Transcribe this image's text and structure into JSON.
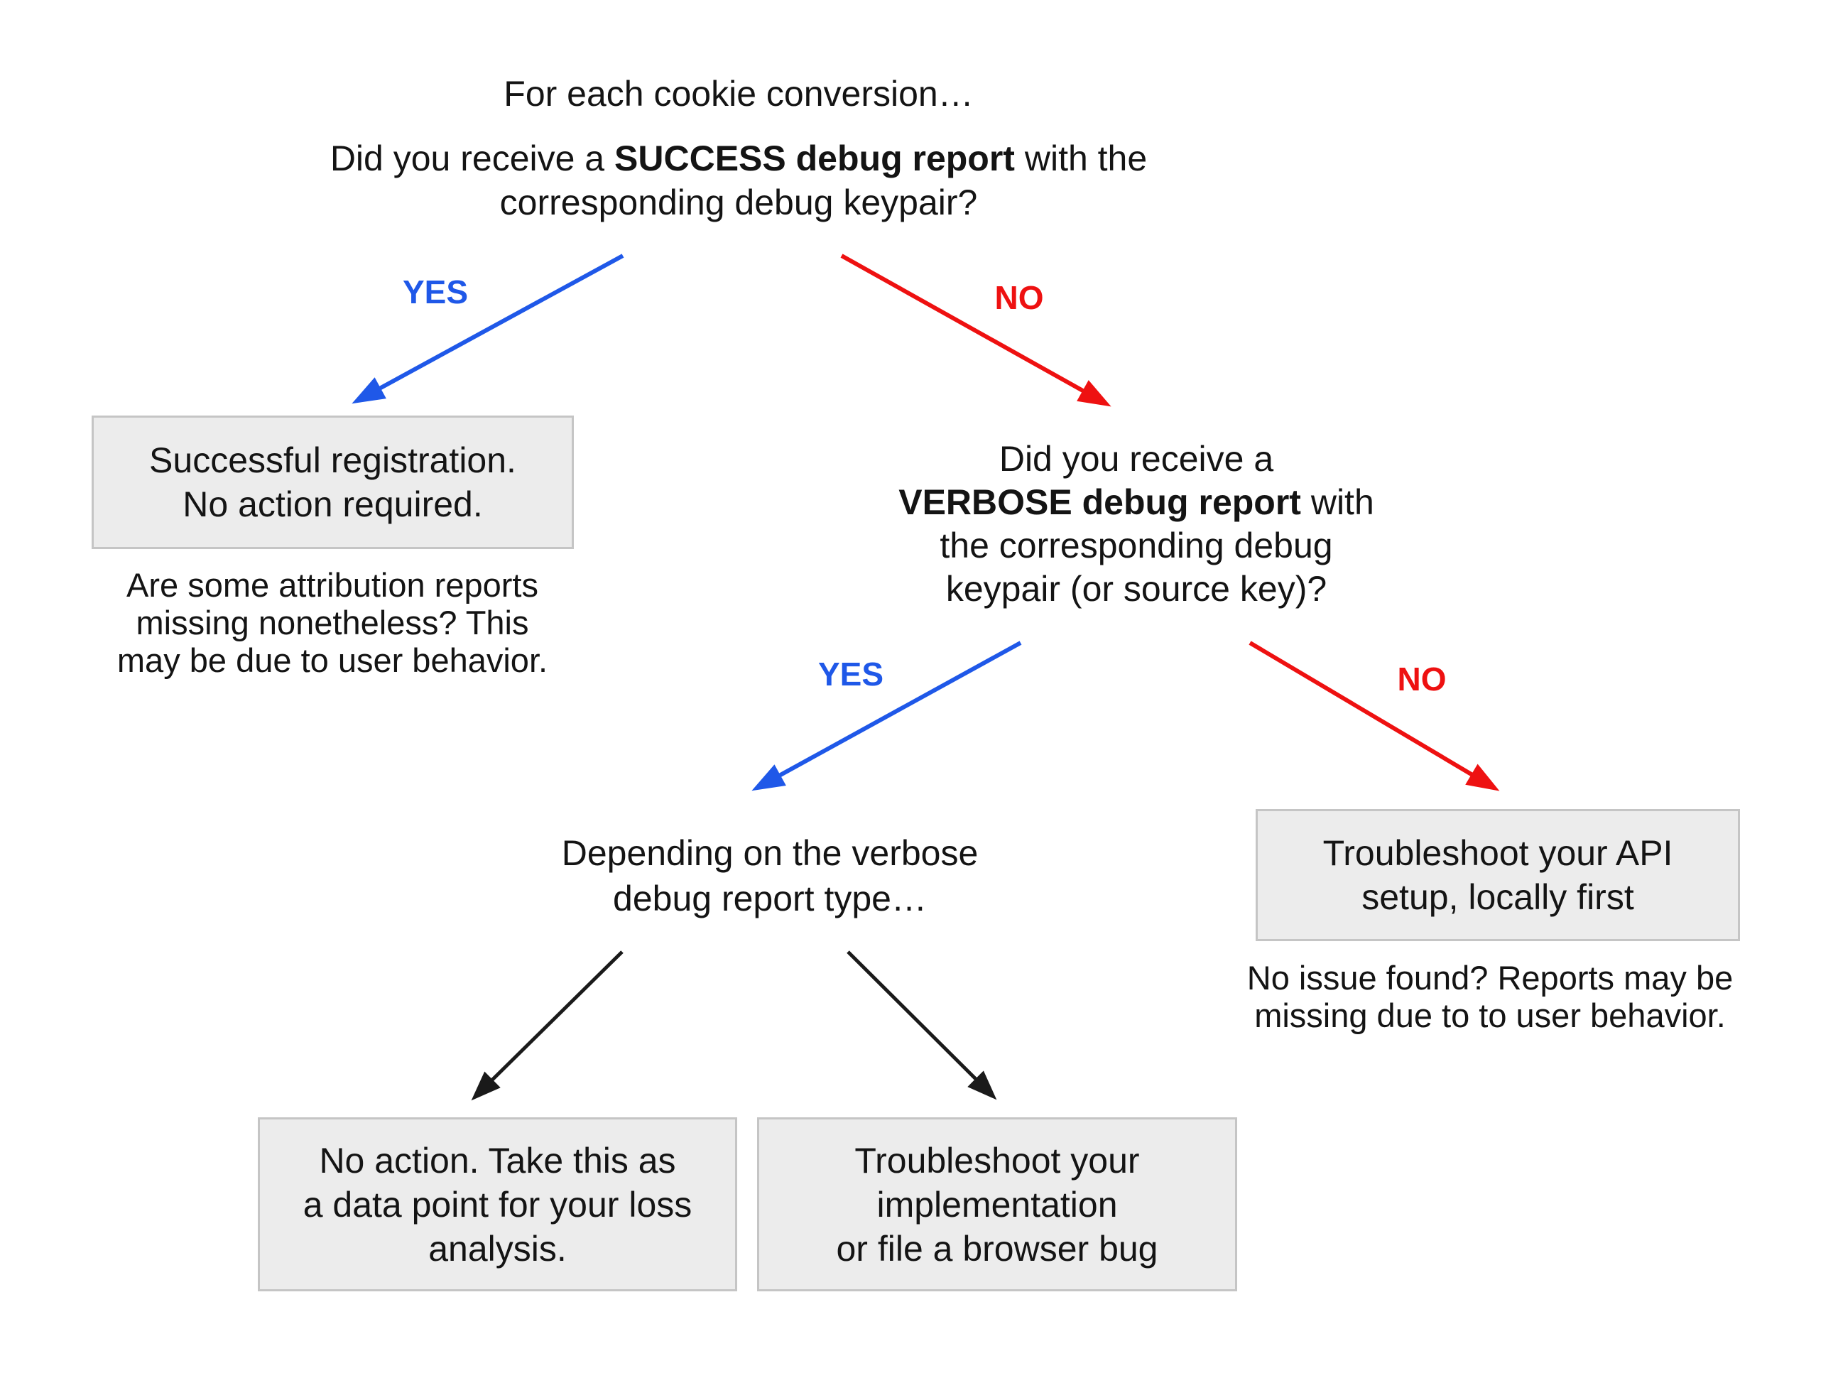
{
  "colors": {
    "yes_blue": "#1f58e8",
    "no_red": "#ee1111",
    "box_fill": "#ececec",
    "box_border": "#c5c5c5",
    "text": "#141414"
  },
  "labels": {
    "yes": "YES",
    "no": "NO"
  },
  "root_question": {
    "intro": "For each cookie conversion…",
    "line1_pre": "Did you receive a ",
    "line1_bold": "SUCCESS debug report",
    "line1_post": " with the",
    "line2": "corresponding debug keypair?"
  },
  "success_branch": {
    "box_lines": [
      "Successful registration.",
      "No action required."
    ],
    "caption_lines": [
      "Are some attribution reports",
      "missing nonetheless? This",
      "may be due to user behavior."
    ]
  },
  "verbose_question": {
    "line1": "Did you receive a",
    "line2_bold": "VERBOSE debug report",
    "line2_post": " with",
    "line3": "the corresponding debug",
    "line4": "keypair (or source key)?"
  },
  "depending": {
    "line1": "Depending on the verbose",
    "line2": "debug report type…"
  },
  "api_branch": {
    "box_lines": [
      "Troubleshoot your API",
      "setup, locally first"
    ],
    "caption_lines": [
      "No issue found? Reports may be",
      "missing due to to user behavior."
    ]
  },
  "outcome_left": {
    "lines": [
      "No action. Take this as",
      "a data point for your loss",
      "analysis."
    ]
  },
  "outcome_right": {
    "lines": [
      "Troubleshoot your",
      "implementation",
      "or file a browser bug"
    ]
  }
}
